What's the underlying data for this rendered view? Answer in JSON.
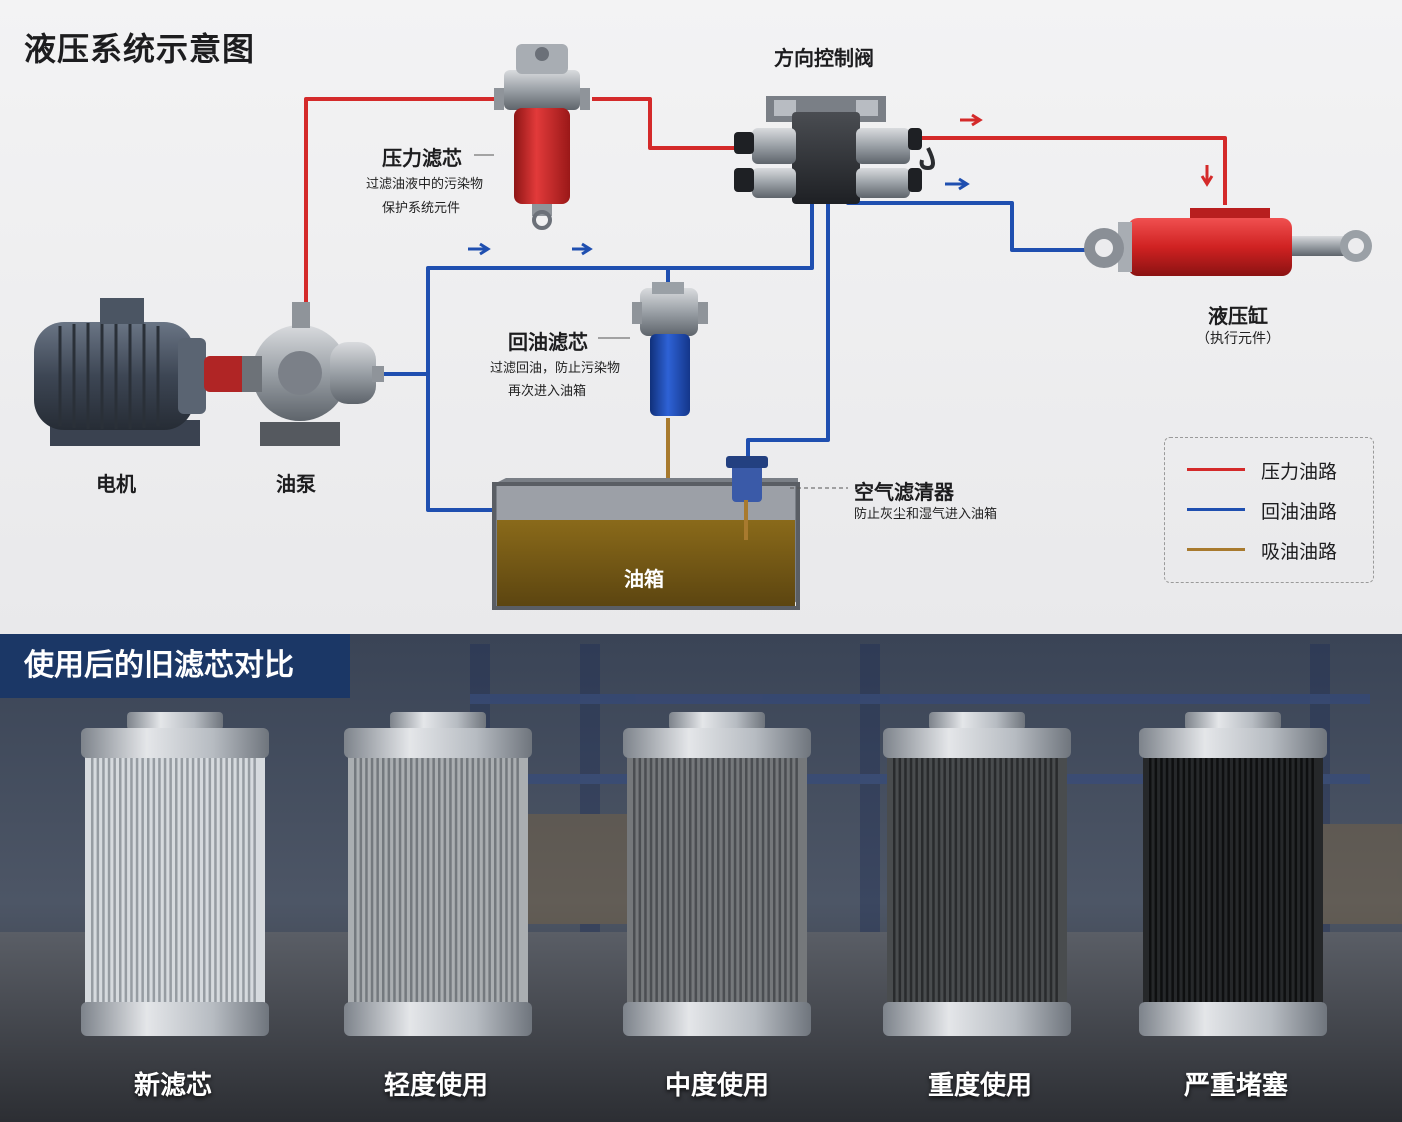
{
  "title": "液压系统示意图",
  "components": {
    "motor": {
      "name": "电机"
    },
    "pump": {
      "name": "油泵"
    },
    "pressure_filter": {
      "name": "压力滤芯",
      "desc_line1": "过滤油液中的污染物",
      "desc_line2": "保护系统元件"
    },
    "valve": {
      "name": "方向控制阀"
    },
    "cylinder": {
      "name": "液压缸",
      "sub": "（执行元件）"
    },
    "return_filter": {
      "name": "回油滤芯",
      "desc_line1": "过滤回油，防止污染物",
      "desc_line2": "再次进入油箱"
    },
    "air_filter": {
      "name": "空气滤清器",
      "desc": "防止灰尘和湿气进入油箱"
    },
    "tank": {
      "name": "油箱"
    }
  },
  "legend": [
    {
      "label": "压力油路",
      "color": "#d42a2a"
    },
    {
      "label": "回油油路",
      "color": "#1f4fb0"
    },
    {
      "label": "吸油油路",
      "color": "#a87a2e"
    }
  ],
  "comparison": {
    "banner": "使用后的旧滤芯对比",
    "filters": [
      {
        "label": "新滤芯",
        "contamination": 0.0
      },
      {
        "label": "轻度使用",
        "contamination": 0.25
      },
      {
        "label": "中度使用",
        "contamination": 0.55
      },
      {
        "label": "重度使用",
        "contamination": 0.8
      },
      {
        "label": "严重堵塞",
        "contamination": 1.0
      }
    ]
  },
  "colors": {
    "pressure": "#d42a2a",
    "return": "#1f4fb0",
    "suction": "#a87a2e",
    "banner": "#1b3766"
  }
}
